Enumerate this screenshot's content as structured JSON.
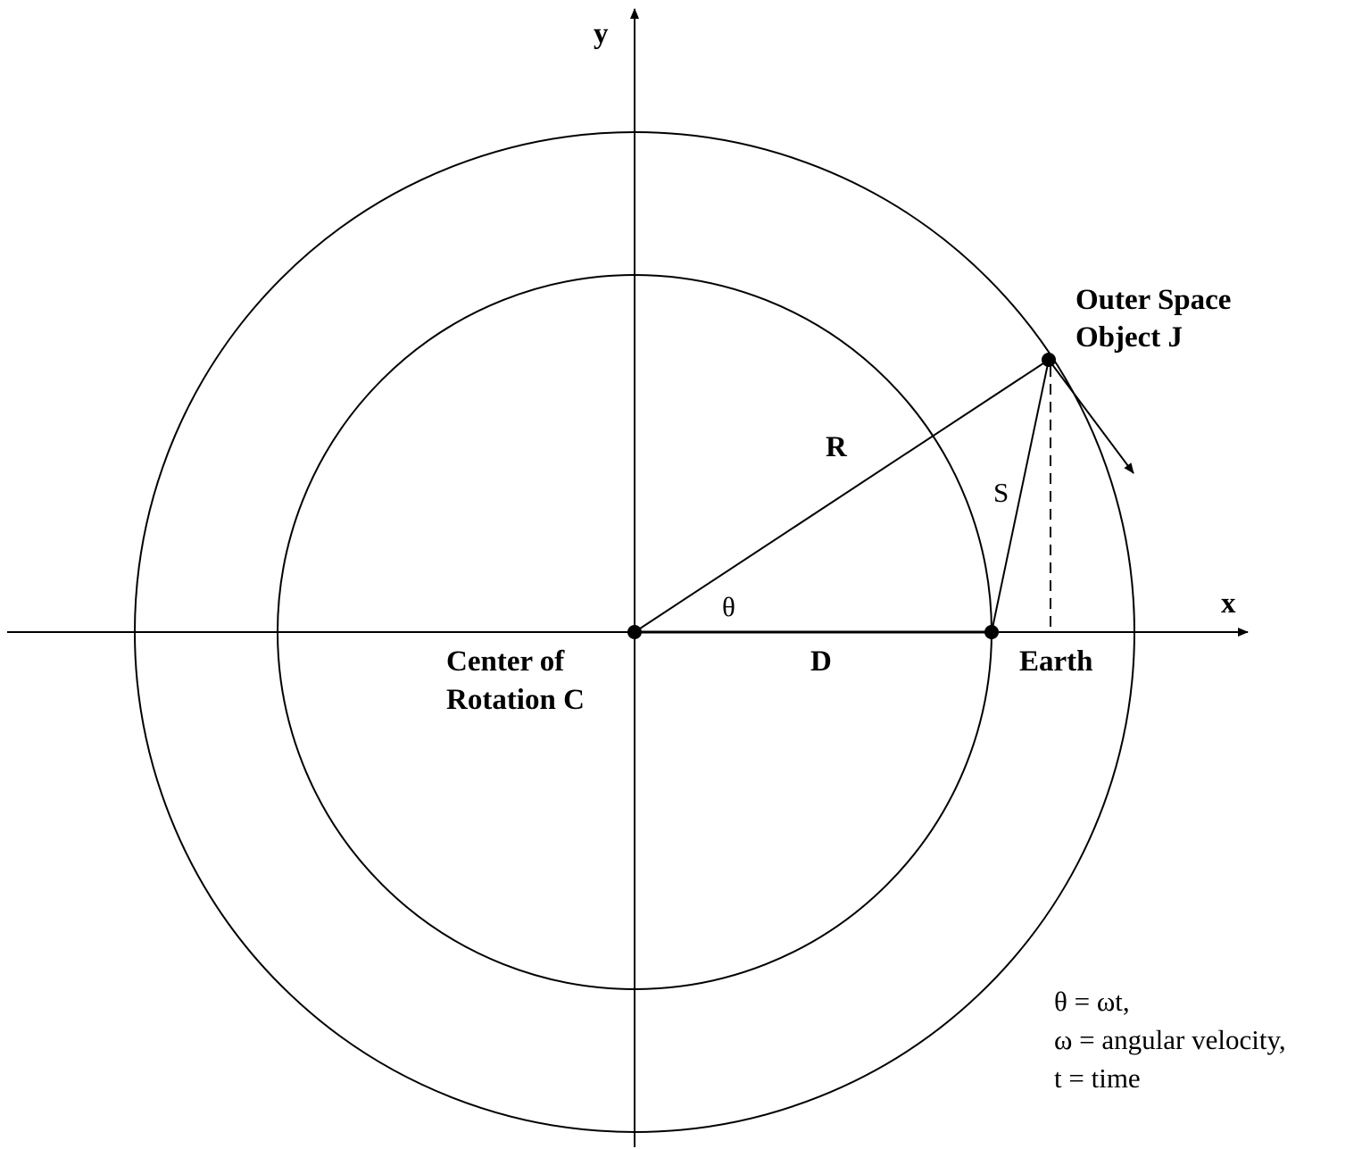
{
  "labels": {
    "y_axis": "y",
    "x_axis": "x",
    "radius": "R",
    "separation": "S",
    "angle": "θ",
    "distance": "D",
    "center_line1": "Center of",
    "center_line2": "Rotation C",
    "earth": "Earth",
    "object_line1": "Outer Space",
    "object_line2": "Object J"
  },
  "legend": {
    "line1": "θ = ωt,",
    "line2": "ω = angular velocity,",
    "line3": "t = time"
  },
  "colors": {
    "stroke": "#000000",
    "background": "#ffffff"
  }
}
